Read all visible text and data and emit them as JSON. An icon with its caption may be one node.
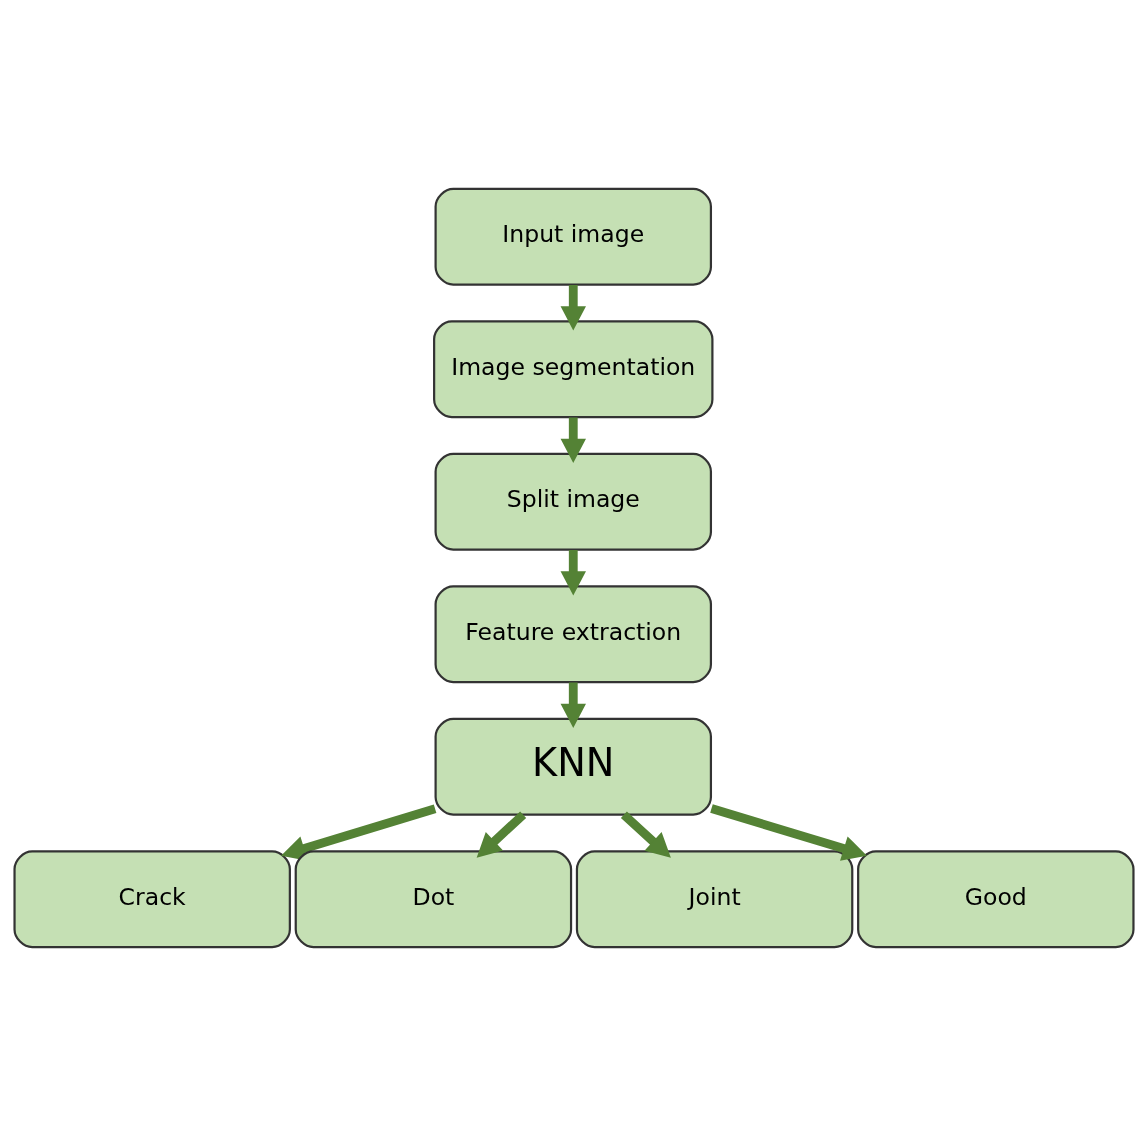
{
  "diagram": {
    "nodes": [
      {
        "text": [
          "Input image"
        ]
      },
      {
        "text": [
          "Image segmentation"
        ]
      },
      {
        "text": [
          "Split image"
        ]
      },
      {
        "text": [
          "Feature extraction"
        ]
      },
      {
        "text": [
          "KNN"
        ]
      },
      {
        "text": [
          "Crack"
        ]
      },
      {
        "text": [
          "Dot"
        ]
      },
      {
        "text": [
          "Joint"
        ]
      },
      {
        "text": [
          "Good"
        ]
      }
    ],
    "edges": [
      {
        "from": 0,
        "to": 1,
        "arrow": "to"
      },
      {
        "from": 1,
        "to": 2,
        "arrow": "to"
      },
      {
        "from": 2,
        "to": 3,
        "arrow": "to"
      },
      {
        "from": 3,
        "to": 4,
        "arrow": "to"
      },
      {
        "from": 4,
        "to": 5,
        "arrow": "to"
      },
      {
        "from": 4,
        "to": 6,
        "arrow": "to"
      },
      {
        "from": 4,
        "to": 7,
        "arrow": "to"
      },
      {
        "from": 4,
        "to": 8,
        "arrow": "to"
      }
    ]
  }
}
